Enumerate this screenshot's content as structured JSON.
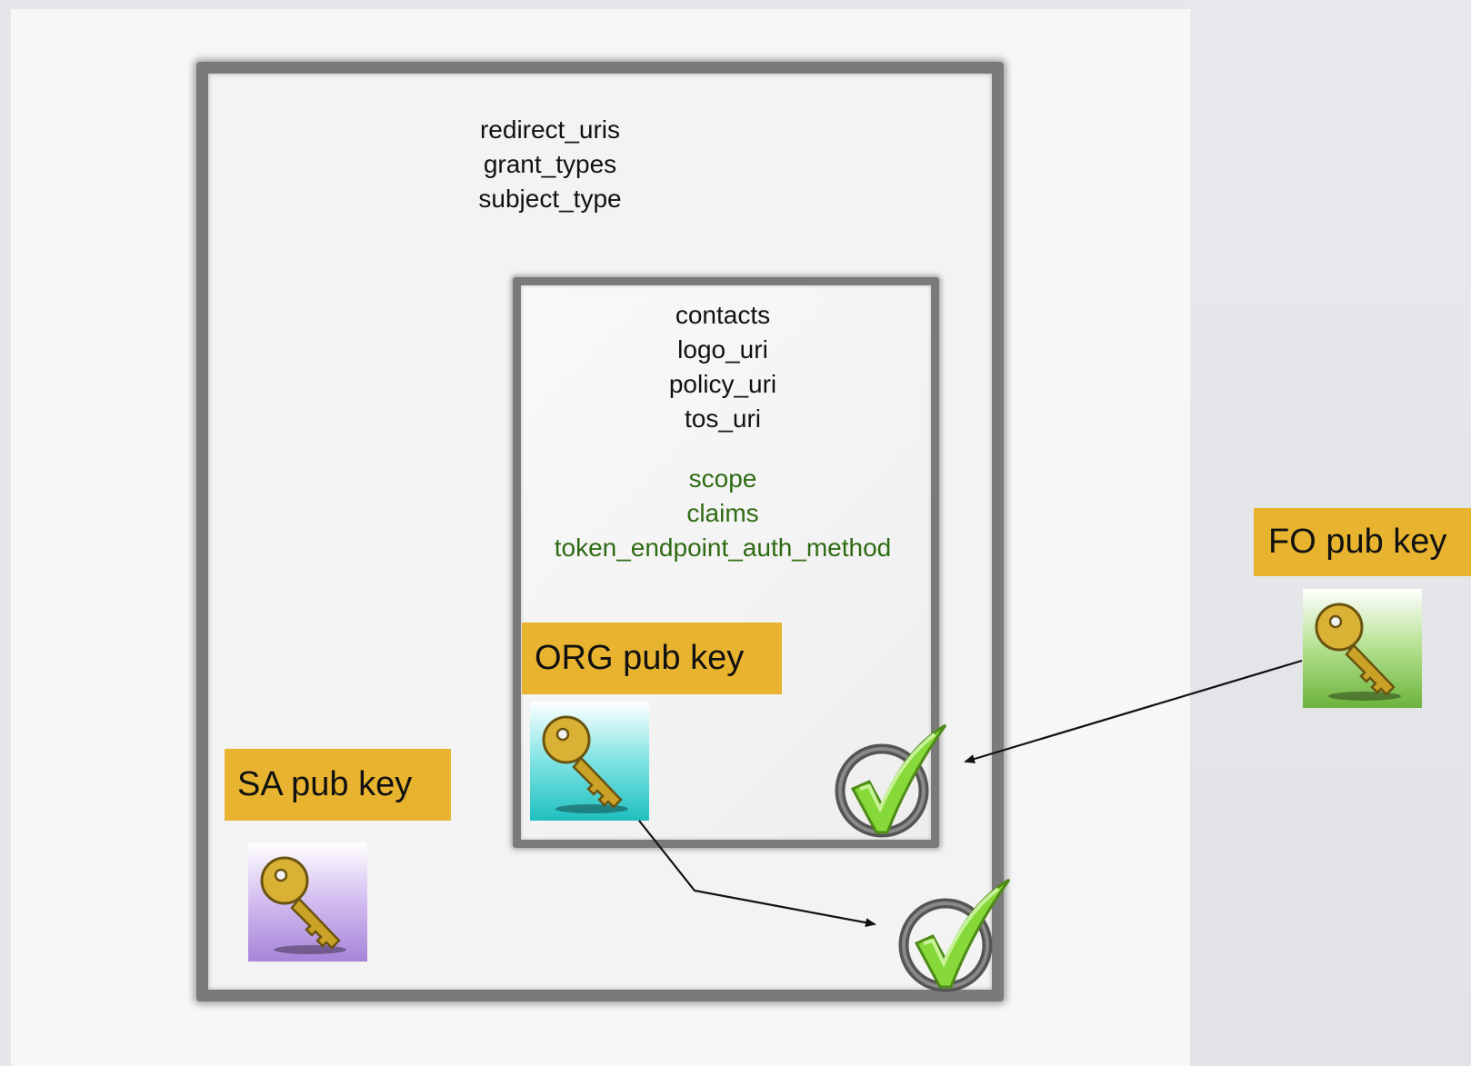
{
  "outer_document": {
    "fields": [
      "redirect_uris",
      "grant_types",
      "subject_type"
    ]
  },
  "inner_document": {
    "fields": [
      "contacts",
      "logo_uri",
      "policy_uri",
      "tos_uri"
    ],
    "green_fields": [
      "scope",
      "claims",
      "token_endpoint_auth_method"
    ]
  },
  "keys": {
    "org": {
      "label": "ORG pub key",
      "tile_color": "#2fc9c9",
      "icon": "key-icon"
    },
    "sa": {
      "label": "SA pub key",
      "tile_color": "#b28fdc",
      "icon": "key-icon"
    },
    "fo": {
      "label": "FO pub key",
      "tile_color": "#7fc24a",
      "icon": "key-icon"
    }
  },
  "colors": {
    "label_background": "#e8b430",
    "green_text": "#2f6b12",
    "frame": "#7a7a7a",
    "checkmark": "#7ed321"
  }
}
